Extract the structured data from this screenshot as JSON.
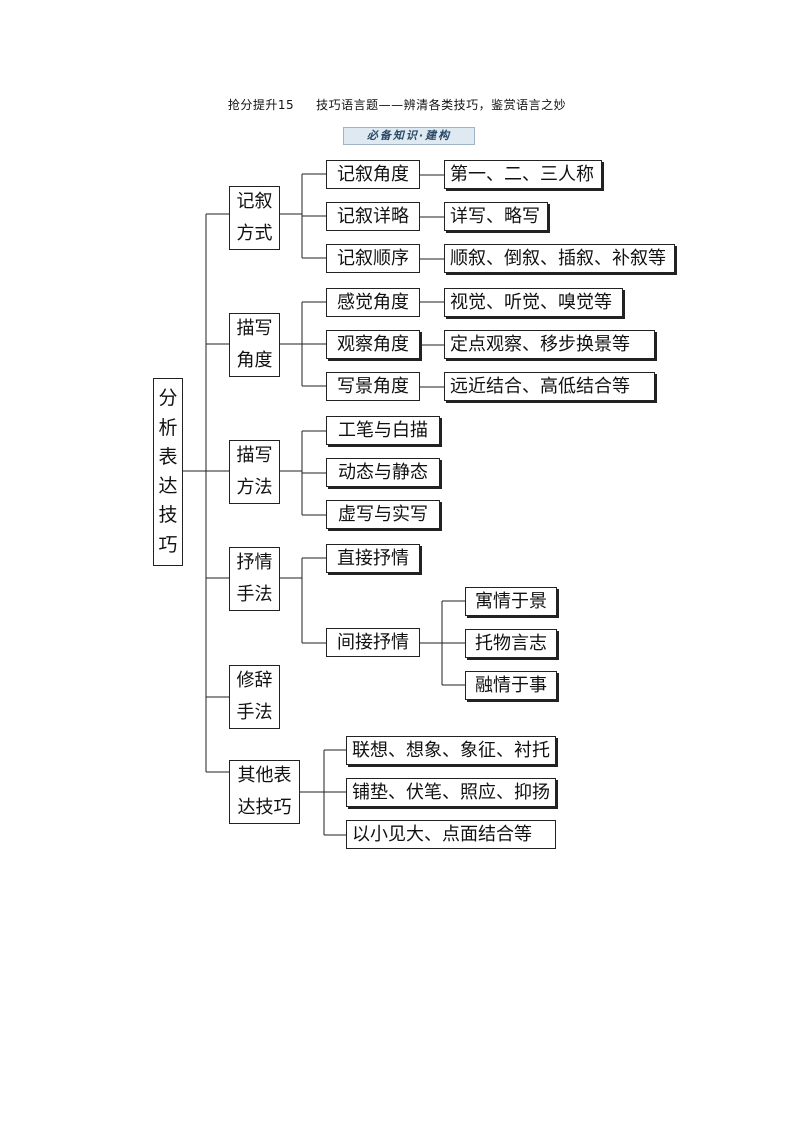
{
  "header": {
    "part1": "抢分提升15",
    "part2": "技巧语言题——辨清各类技巧，鉴赏语言之妙"
  },
  "banner": "必备知识·建构",
  "root": [
    "分",
    "析",
    "表",
    "达",
    "技",
    "巧"
  ],
  "categories": [
    {
      "lines": [
        "记叙",
        "方式"
      ],
      "items": [
        {
          "label": "记叙角度",
          "detail": "第一、二、三人称"
        },
        {
          "label": "记叙详略",
          "detail": "详写、略写"
        },
        {
          "label": "记叙顺序",
          "detail": "顺叙、倒叙、插叙、补叙等"
        }
      ]
    },
    {
      "lines": [
        "描写",
        "角度"
      ],
      "items": [
        {
          "label": "感觉角度",
          "detail": "视觉、听觉、嗅觉等"
        },
        {
          "label": "观察角度",
          "detail": "定点观察、移步换景等"
        },
        {
          "label": "写景角度",
          "detail": "远近结合、高低结合等"
        }
      ]
    },
    {
      "lines": [
        "描写",
        "方法"
      ],
      "items": [
        {
          "label": "工笔与白描"
        },
        {
          "label": "动态与静态"
        },
        {
          "label": "虚写与实写"
        }
      ]
    },
    {
      "lines": [
        "抒情",
        "手法"
      ],
      "items": [
        {
          "label": "直接抒情"
        },
        {
          "label": "间接抒情",
          "subitems": [
            "寓情于景",
            "托物言志",
            "融情于事"
          ]
        }
      ]
    },
    {
      "lines": [
        "修辞",
        "手法"
      ],
      "items": []
    },
    {
      "lines": [
        "其他表",
        "达技巧"
      ],
      "items": [
        {
          "label": "联想、想象、象征、衬托"
        },
        {
          "label": "铺垫、伏笔、照应、抑扬"
        },
        {
          "label": "以小见大、点面结合等"
        }
      ]
    }
  ]
}
